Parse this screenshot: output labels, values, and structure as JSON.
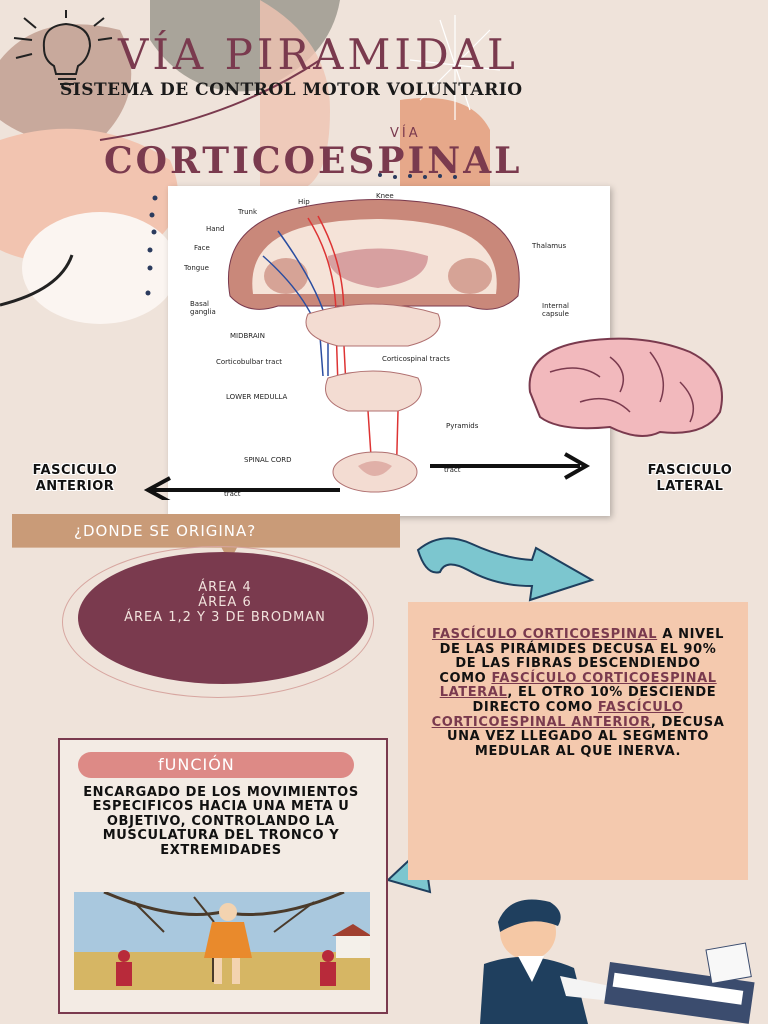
{
  "header": {
    "title": "VÍA PIRAMIDAL",
    "subtitle": "SISTEMA DE CONTROL MOTOR VOLUNTARIO",
    "via": "VÍA",
    "pathway": "CORTICOESPINAL"
  },
  "diagram": {
    "labels": {
      "hip": "Hip",
      "knee": "Knee",
      "trunk": "Trunk",
      "hand": "Hand",
      "face": "Face",
      "tongue": "Tongue",
      "basal": "Basal",
      "ganglia": "ganglia",
      "thalamus": "Thalamus",
      "internal": "Internal",
      "capsule": "capsule",
      "midbrain": "MIDBRAIN",
      "corticobulbar": "Corticobulbar tract",
      "corticospinal": "Corticospinal tracts",
      "lower_medulla": "LOWER MEDULLA",
      "pyramids": "Pyramids",
      "spinal_cord": "SPINAL CORD",
      "tract_right": "tract",
      "tract_left": "tract"
    }
  },
  "fasciculo_anterior": {
    "line1": "FASCICULO",
    "line2": "ANTERIOR"
  },
  "fasciculo_lateral": {
    "line1": "FASCICULO",
    "line2": "LATERAL"
  },
  "origin": {
    "question": "¿DONDE SE ORIGINA?",
    "areas": [
      "ÁREA 4",
      "ÁREA 6",
      "ÁREA 1,2 Y 3 DE BRODMAN"
    ]
  },
  "info": {
    "p1": "FASCÍCULO CORTICOESPINAL",
    "p2": " A NIVEL DE LAS PIRÁMIDES DECUSA EL 90% DE LAS FIBRAS DESCENDIENDO COMO ",
    "p3": "FASCÍCULO CORTICOESPINAL LATERAL",
    "p4": ", EL OTRO 10% DESCIENDE DIRECTO COMO ",
    "p5": "FASCÍCULO CORTICOESPINAL ANTERIOR",
    "p6": ", DECUSA UNA VEZ LLEGADO AL SEGMENTO MEDULAR AL QUE INERVA."
  },
  "function": {
    "title": "fUNCIÓN",
    "text": "ENCARGADO DE LOS MOVIMIENTOS ESPECIFICOS HACIA UNA META U OBJETIVO, CONTROLANDO LA MUSCULATURA DEL TRONCO Y EXTREMIDADES"
  },
  "colors": {
    "background": "#efe3da",
    "accent": "#7a3a4e",
    "peach": "#f4c9ae",
    "banner": "#c99b78",
    "arrow": "#7cc6cf"
  }
}
